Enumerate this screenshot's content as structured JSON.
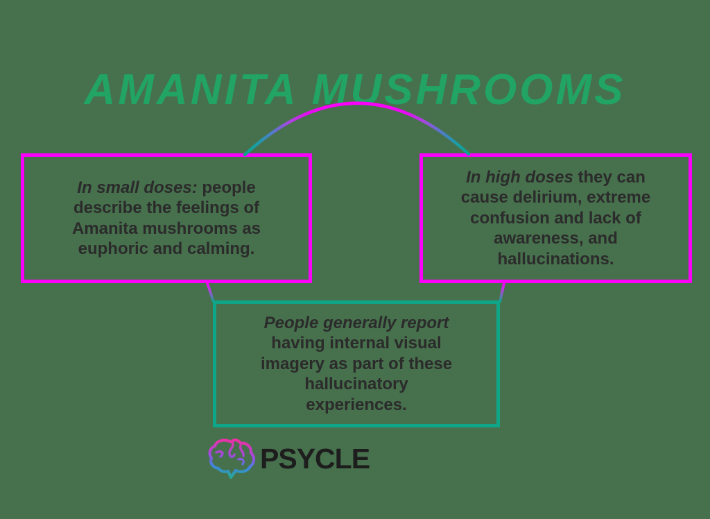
{
  "title": "AMANITA MUSHROOMS",
  "left_box": {
    "line1_lead": "In small doses:",
    "line1_rest": " people",
    "line2": "describe the feelings of",
    "line3": "Amanita mushrooms as",
    "line4": "euphoric and calming."
  },
  "right_box": {
    "line1_lead": "In high doses",
    "line1_rest": " they can",
    "line2": "cause delirium, extreme",
    "line3": "confusion and lack of",
    "line4": "awareness, and",
    "line5": "hallucinations."
  },
  "bottom_box": {
    "line1_lead": "People generally report",
    "line2": "having internal visual",
    "line3": "imagery as part of these",
    "line4": "hallucinatory",
    "line5": "experiences."
  },
  "logo": {
    "brand": "PSYCLE",
    "icon": "brain-gradient-icon"
  },
  "colors": {
    "background": "#47704D",
    "title_green": "#21A464",
    "border_magenta": "#FA00FA",
    "border_teal": "#0EA588",
    "body_text": "#2B2B2B",
    "logo_text": "#1D1D1D",
    "connector_gradient": [
      "#FA00FA",
      "#9555CC",
      "#0EA588"
    ],
    "brain_gradient": [
      "#F2309B",
      "#A647DB",
      "#3E86DB",
      "#1FB287"
    ]
  }
}
